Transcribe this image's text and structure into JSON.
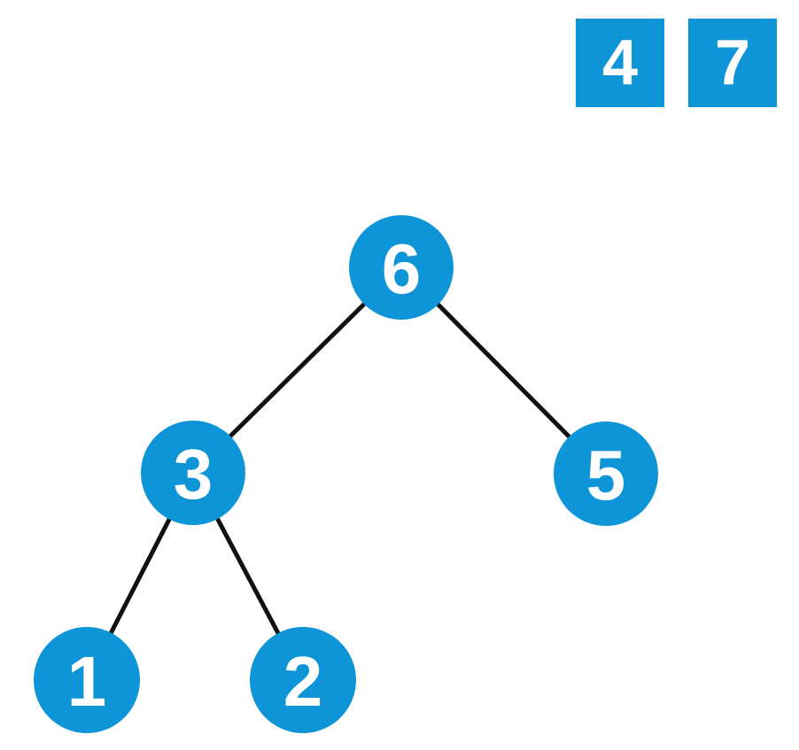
{
  "colors": {
    "node_fill": "#0e95d8",
    "edge_stroke": "#111111",
    "label_text": "#ffffff",
    "background": "#ffffff"
  },
  "queue": {
    "items": [
      "4",
      "7"
    ]
  },
  "tree": {
    "nodes": [
      {
        "value": "6",
        "role": "root"
      },
      {
        "value": "3",
        "role": "left-child-of-root"
      },
      {
        "value": "5",
        "role": "right-child-of-root"
      },
      {
        "value": "1",
        "role": "left-child-of-3"
      },
      {
        "value": "2",
        "role": "right-child-of-3"
      }
    ],
    "edges": [
      {
        "from": "6",
        "to": "3"
      },
      {
        "from": "6",
        "to": "5"
      },
      {
        "from": "3",
        "to": "1"
      },
      {
        "from": "3",
        "to": "2"
      }
    ]
  }
}
